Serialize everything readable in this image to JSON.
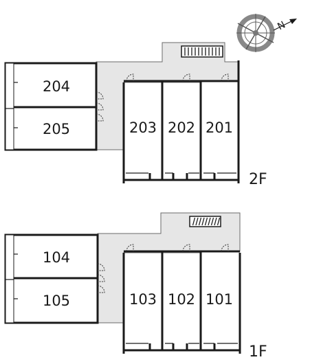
{
  "floors": [
    {
      "id": "second",
      "label": "2F",
      "units": [
        "204",
        "205",
        "203",
        "202",
        "201"
      ]
    },
    {
      "id": "first",
      "label": "1F",
      "units": [
        "104",
        "105",
        "103",
        "102",
        "101"
      ]
    }
  ],
  "compass": {
    "north_letter": "N",
    "icon": "compass-rose-icon"
  },
  "colors": {
    "wall": "#1a1a1a",
    "corridor": "#e6e6e6",
    "compass": "#777777"
  }
}
